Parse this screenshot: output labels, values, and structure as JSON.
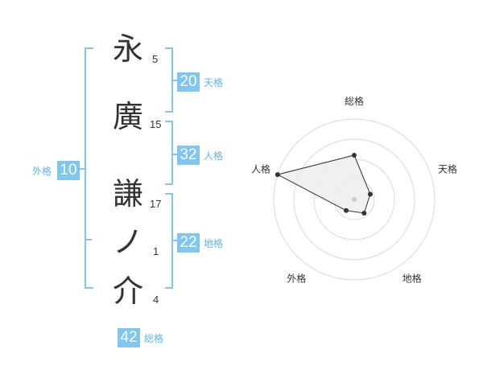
{
  "name_chars": [
    {
      "char": "永",
      "strokes": "5"
    },
    {
      "char": "廣",
      "strokes": "15"
    },
    {
      "char": "謙",
      "strokes": "17"
    },
    {
      "char": "ノ",
      "strokes": "1"
    },
    {
      "char": "介",
      "strokes": "4"
    }
  ],
  "fortune": {
    "tenkaku": {
      "value": "20",
      "label": "天格"
    },
    "jinkaku": {
      "value": "32",
      "label": "人格"
    },
    "chikaku": {
      "value": "22",
      "label": "地格"
    },
    "gaikaku": {
      "value": "10",
      "label": "外格"
    },
    "soukaku": {
      "value": "42",
      "label": "総格"
    }
  },
  "colors": {
    "accent": "#7fc6f2",
    "bracket": "#7fc6f2",
    "label": "#5fb3e8",
    "text": "#333333"
  },
  "chart_data": {
    "type": "radar",
    "axes": [
      "総格",
      "天格",
      "地格",
      "外格",
      "人格"
    ],
    "values": [
      0.55,
      0.21,
      0.21,
      0.17,
      1.0
    ],
    "rings": 4,
    "range": [
      0,
      1
    ],
    "fill_color": "#eeeeee",
    "line_color": "#333333"
  }
}
